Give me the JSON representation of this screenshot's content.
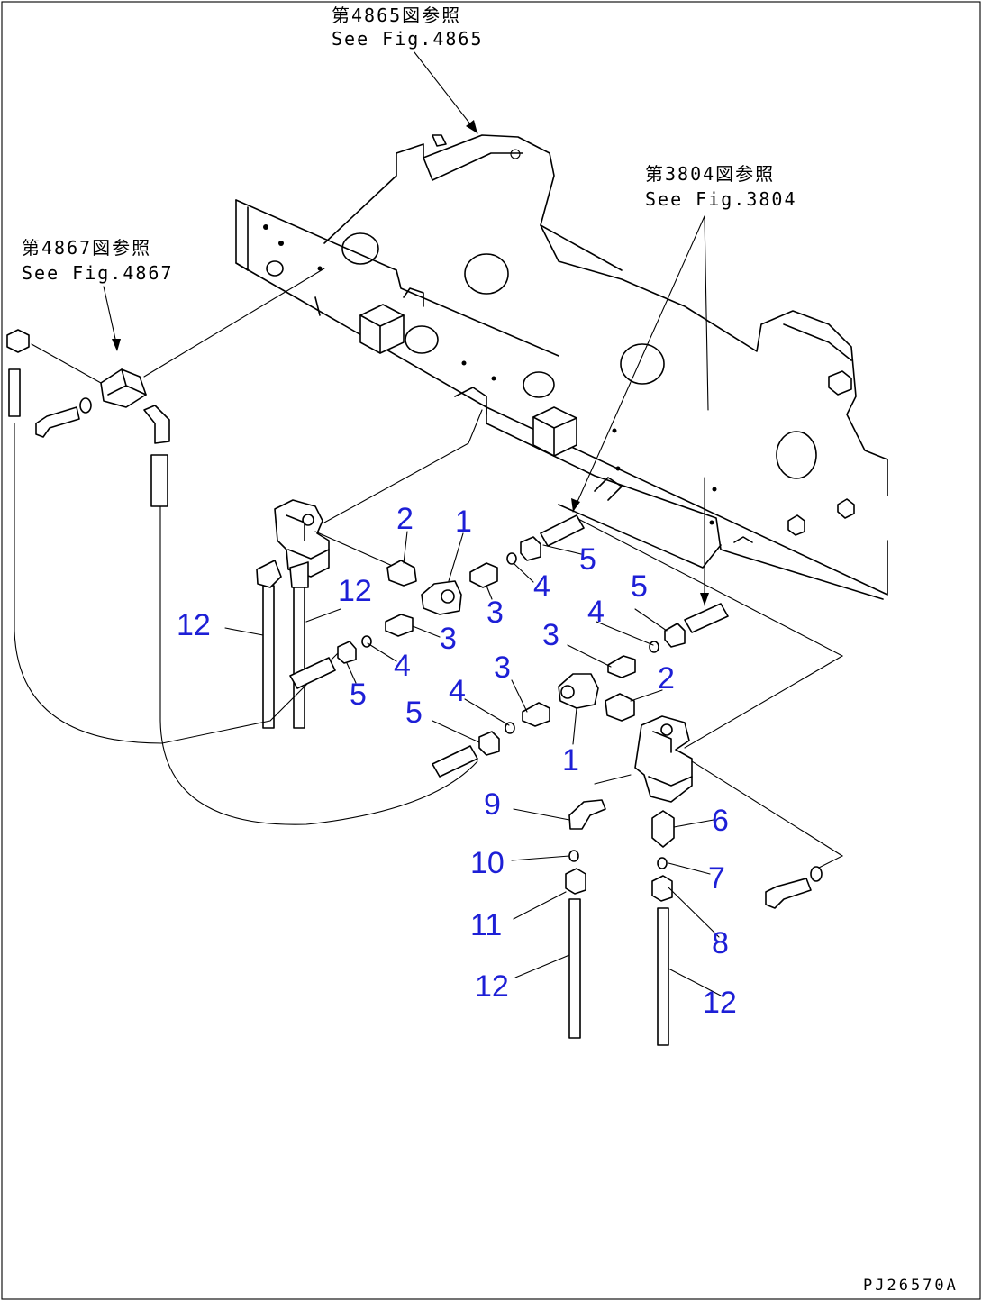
{
  "references": {
    "fig4865_jp": "第4865図参照",
    "fig4865_en": "See Fig.4865",
    "fig3804_jp": "第3804図参照",
    "fig3804_en": "See Fig.3804",
    "fig4867_jp": "第4867図参照",
    "fig4867_en": "See Fig.4867"
  },
  "callouts": {
    "c2a": "2",
    "c1a": "1",
    "c5a": "5",
    "c12a": "12",
    "c12b": "12",
    "c3a": "3",
    "c4a": "4",
    "c5b": "5",
    "c4b": "4",
    "c3b": "3",
    "c3c": "3",
    "c4c": "4",
    "c5c": "5",
    "c3d": "3",
    "c2b": "2",
    "c4d": "4",
    "c5d": "5",
    "c1b": "1",
    "c9": "9",
    "c6": "6",
    "c10": "10",
    "c7": "7",
    "c11": "11",
    "c8": "8",
    "c12c": "12",
    "c12d": "12"
  },
  "drawing_code": "PJ26570A",
  "colors": {
    "callout": "#1d1fd6",
    "line": "#000000",
    "background": "#ffffff"
  }
}
